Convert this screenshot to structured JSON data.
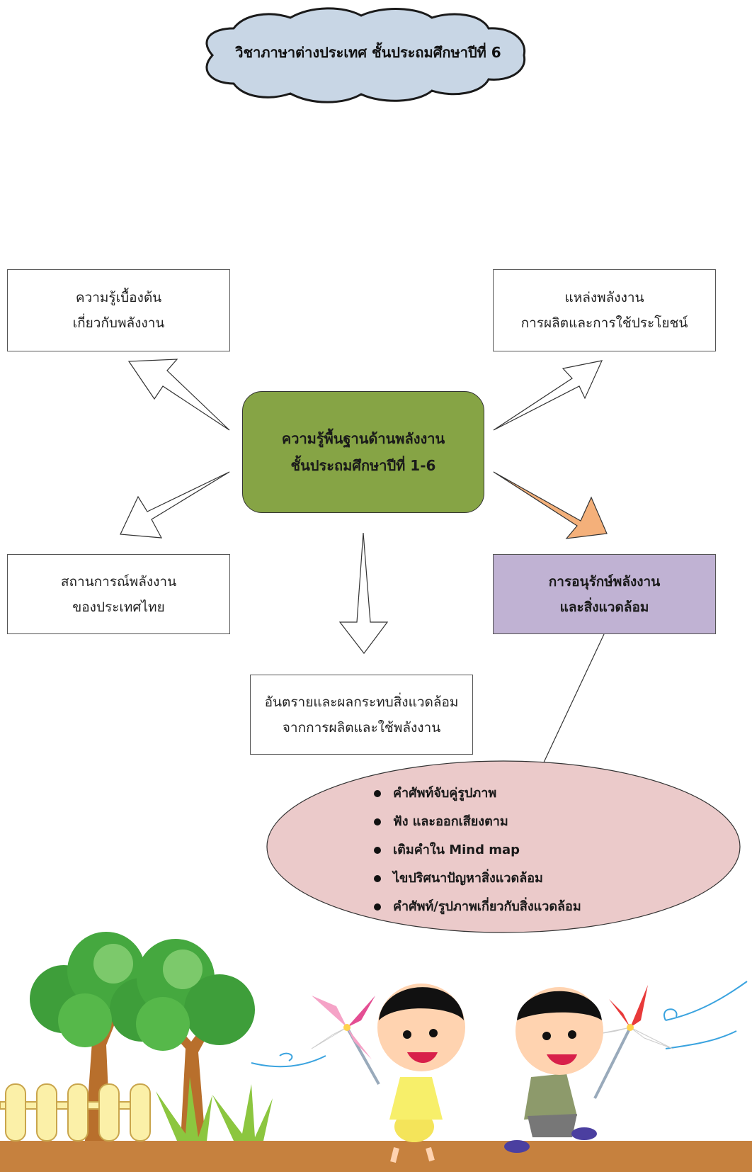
{
  "header": {
    "title": "วิชาภาษาต่างประเทศ ชั้นประถมศึกษาปีที่ 6"
  },
  "center": {
    "line1": "ความรู้พื้นฐานด้านพลังงาน",
    "line2": "ชั้นประถมศึกษาปีที่ 1-6"
  },
  "nodes": {
    "top_left": {
      "line1": "ความรู้เบื้องต้น",
      "line2": "เกี่ยวกับพลังงาน"
    },
    "top_right": {
      "line1": "แหล่งพลังงาน",
      "line2": "การผลิตและการใช้ประโยชน์"
    },
    "bottom_left": {
      "line1": "สถานการณ์พลังงาน",
      "line2": "ของประเทศไทย"
    },
    "bottom_right": {
      "line1": "การอนุรักษ์พลังงาน",
      "line2": "และสิ่งแวดล้อม"
    },
    "bottom_center": {
      "line1": "อันตรายและผลกระทบสิ่งแวดล้อม",
      "line2": "จากการผลิตและใช้พลังงาน"
    }
  },
  "activities": [
    "คำศัพท์จับคู่รูปภาพ",
    "ฟัง และออกเสียงตาม",
    "เติมคำใน Mind map",
    "ไขปริศนาปัญหาสิ่งแวดล้อม",
    "คำศัพท์/รูปภาพเกี่ยวกับสิ่งแวดล้อม"
  ],
  "colors": {
    "cloud": "#c8d6e5",
    "center_box": "#86a445",
    "highlight_box": "#c0b2d3",
    "highlight_arrow": "#f4b07a",
    "ellipse": "#ebcaca",
    "ground": "#c6813e"
  }
}
